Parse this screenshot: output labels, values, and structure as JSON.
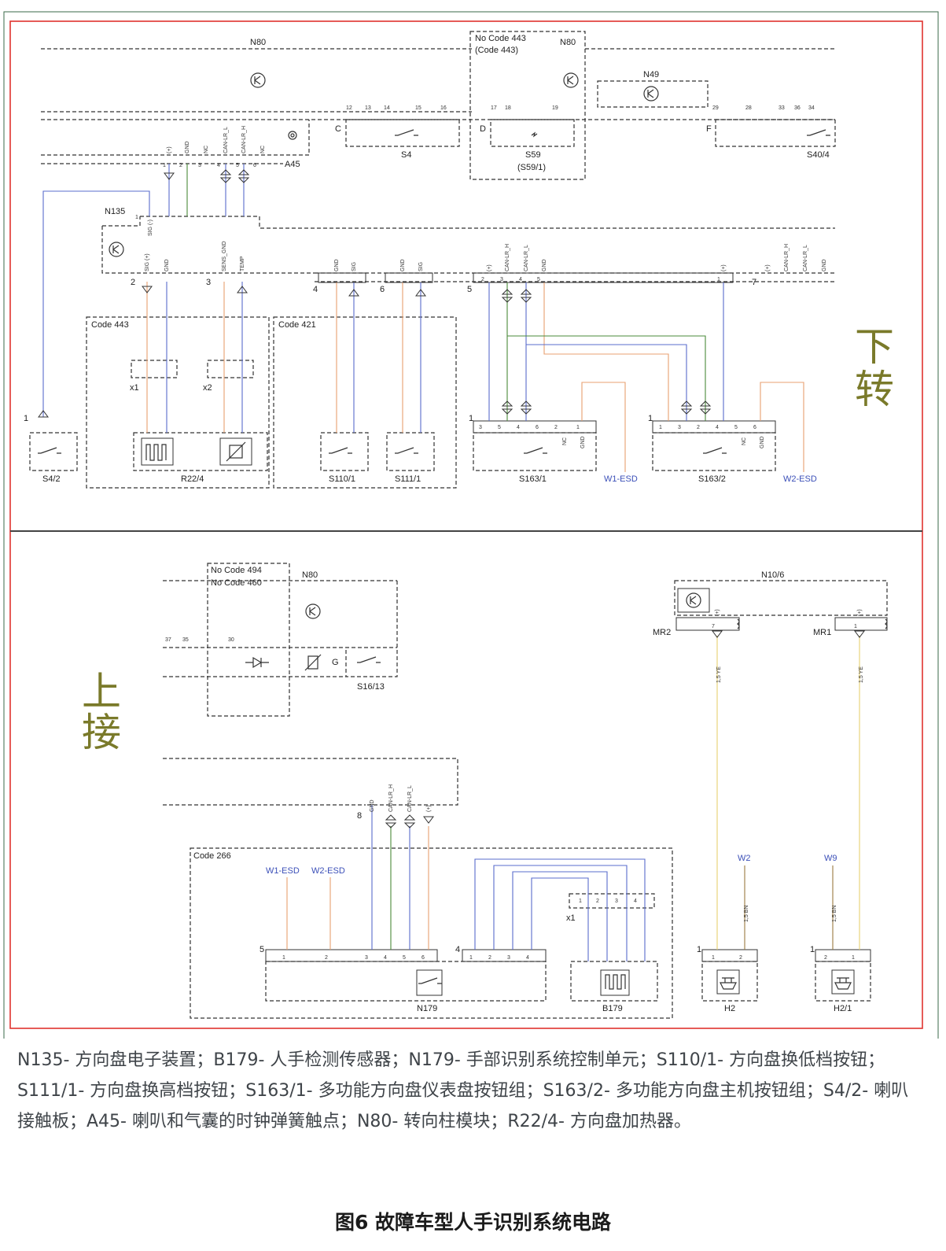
{
  "colors": {
    "border": "#e0332f",
    "dash": "#333333",
    "blue": "#5a6ccc",
    "orange": "#e8a070",
    "green": "#4a8a3a",
    "brown": "#9a7a40",
    "yellow": "#e8d070",
    "chinese": "#7a7a2a"
  },
  "side_labels": {
    "upper_a": "下",
    "upper_b": "转",
    "lower_a": "上",
    "lower_b": "接"
  },
  "top": {
    "n80_left": "N80",
    "n80_right": "N80",
    "n49": "N49",
    "nocode_1": "No  Code 443",
    "nocode_2": "(Code 443)",
    "pins_c": [
      "12",
      "13",
      "14",
      "15",
      "16"
    ],
    "pins_d": [
      "17",
      "18",
      "19"
    ],
    "pins_f": [
      "29",
      "28",
      "33",
      "36",
      "34"
    ],
    "c": "C",
    "d": "D",
    "f": "F",
    "s4": "S4",
    "s59": "S59",
    "s59_1": "(S59/1)",
    "s40": "S40/4",
    "a45": "A45",
    "a45_pins": [
      "1",
      "2",
      "3",
      "4",
      "5",
      "6"
    ],
    "a45_sig": [
      "(+)",
      "GND",
      "NC",
      "CAN-LR_L",
      "CAN-LR_H",
      "NC"
    ],
    "n135": "N135",
    "n135_pin": "1",
    "sig_label": "SIG (-)",
    "conn_pins": [
      "2",
      "3",
      "4",
      "6",
      "5",
      "7"
    ],
    "c2_sig": [
      "SIG (+)",
      "GND"
    ],
    "c3_sig": [
      "SENS_GND",
      "TEMP"
    ],
    "c4_sig": [
      "GND",
      "SIG"
    ],
    "c6_sig": [
      "GND",
      "SIG"
    ],
    "c5_sig": [
      "(+)",
      "CAN-LR_H",
      "CAN-LR_L",
      "GND"
    ],
    "c5_pins": [
      "2",
      "3",
      "4",
      "5",
      "1"
    ],
    "c7_sig": [
      "(+)",
      "CAN-LR_H",
      "CAN-LR_L",
      "GND"
    ],
    "code443": "Code 443",
    "code421": "Code 421",
    "x1": "x1",
    "x2": "x2",
    "r22": "R22/4",
    "s42": "S4/2",
    "s42_pin": "1",
    "s110": "S110/1",
    "s111": "S111/1",
    "s163_1": "S163/1",
    "s163_2": "S163/2",
    "s163_1_pins": [
      "3",
      "5",
      "4",
      "6",
      "2",
      "1"
    ],
    "s163_2_pins": [
      "1",
      "3",
      "2",
      "4",
      "5",
      "6"
    ],
    "nc": "NC",
    "gnd": "GND",
    "w1": "W1-ESD",
    "w2": "W2-ESD"
  },
  "bottom": {
    "nocode_a": "No  Code 494",
    "nocode_b": "No  Code 460",
    "n80": "N80",
    "pins": [
      "37",
      "35",
      "30"
    ],
    "g": "G",
    "s16": "S16/13",
    "n10": "N10/6",
    "mr2": "MR2",
    "mr1": "MR1",
    "mr_pin_l": "7",
    "mr_pin_r": "1",
    "plus": "(+)",
    "wire": "1,5 YE",
    "bn": "1,5 BN",
    "w2": "W2",
    "w9": "W9",
    "pin8": "8",
    "pin8_sig": [
      "GND",
      "CAN-LR_H",
      "CAN-LR_L",
      "(+)"
    ],
    "code266": "Code 266",
    "w1esd": "W1-ESD",
    "w2esd": "W2-ESD",
    "n179_pins": [
      "1",
      "2",
      "3",
      "4",
      "5",
      "6"
    ],
    "n179_b_pins": [
      "1",
      "2",
      "3",
      "4"
    ],
    "x1": "x1",
    "x1_pins": [
      "1",
      "2",
      "3",
      "4"
    ],
    "num5": "5",
    "num4": "4",
    "num1": "1",
    "n179": "N179",
    "b179": "B179",
    "h2": "H2",
    "h21": "H2/1",
    "h2_pins": [
      "1",
      "2"
    ],
    "h21_pins": [
      "2",
      "1"
    ]
  },
  "legend": "N135- 方向盘电子装置；B179- 人手检测传感器；N179- 手部识别系统控制单元；S110/1- 方向盘换低档按钮；S111/1- 方向盘换高档按钮；S163/1- 多功能方向盘仪表盘按钮组；S163/2- 多功能方向盘主机按钮组；S4/2- 喇叭接触板；A45- 喇叭和气囊的时钟弹簧触点；N80- 转向柱模块；R22/4- 方向盘加热器。",
  "caption": "图6 故障车型人手识别系统电路"
}
